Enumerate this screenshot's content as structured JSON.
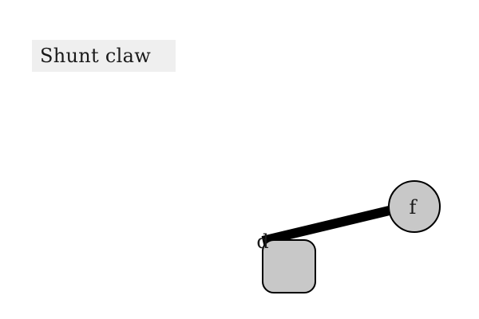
{
  "title": "Shunt claw",
  "nodes": {
    "d": {
      "label": "d",
      "shape": "rounded-square"
    },
    "f": {
      "label": "f",
      "shape": "circle"
    }
  },
  "link": {
    "from": "d",
    "to": "f",
    "style": "thick-bar"
  },
  "colors": {
    "background": "#ffffff",
    "title_bg": "#efefef",
    "node_fill": "#c8c8c8",
    "stroke": "#000000",
    "text": "#1a1a1a"
  }
}
